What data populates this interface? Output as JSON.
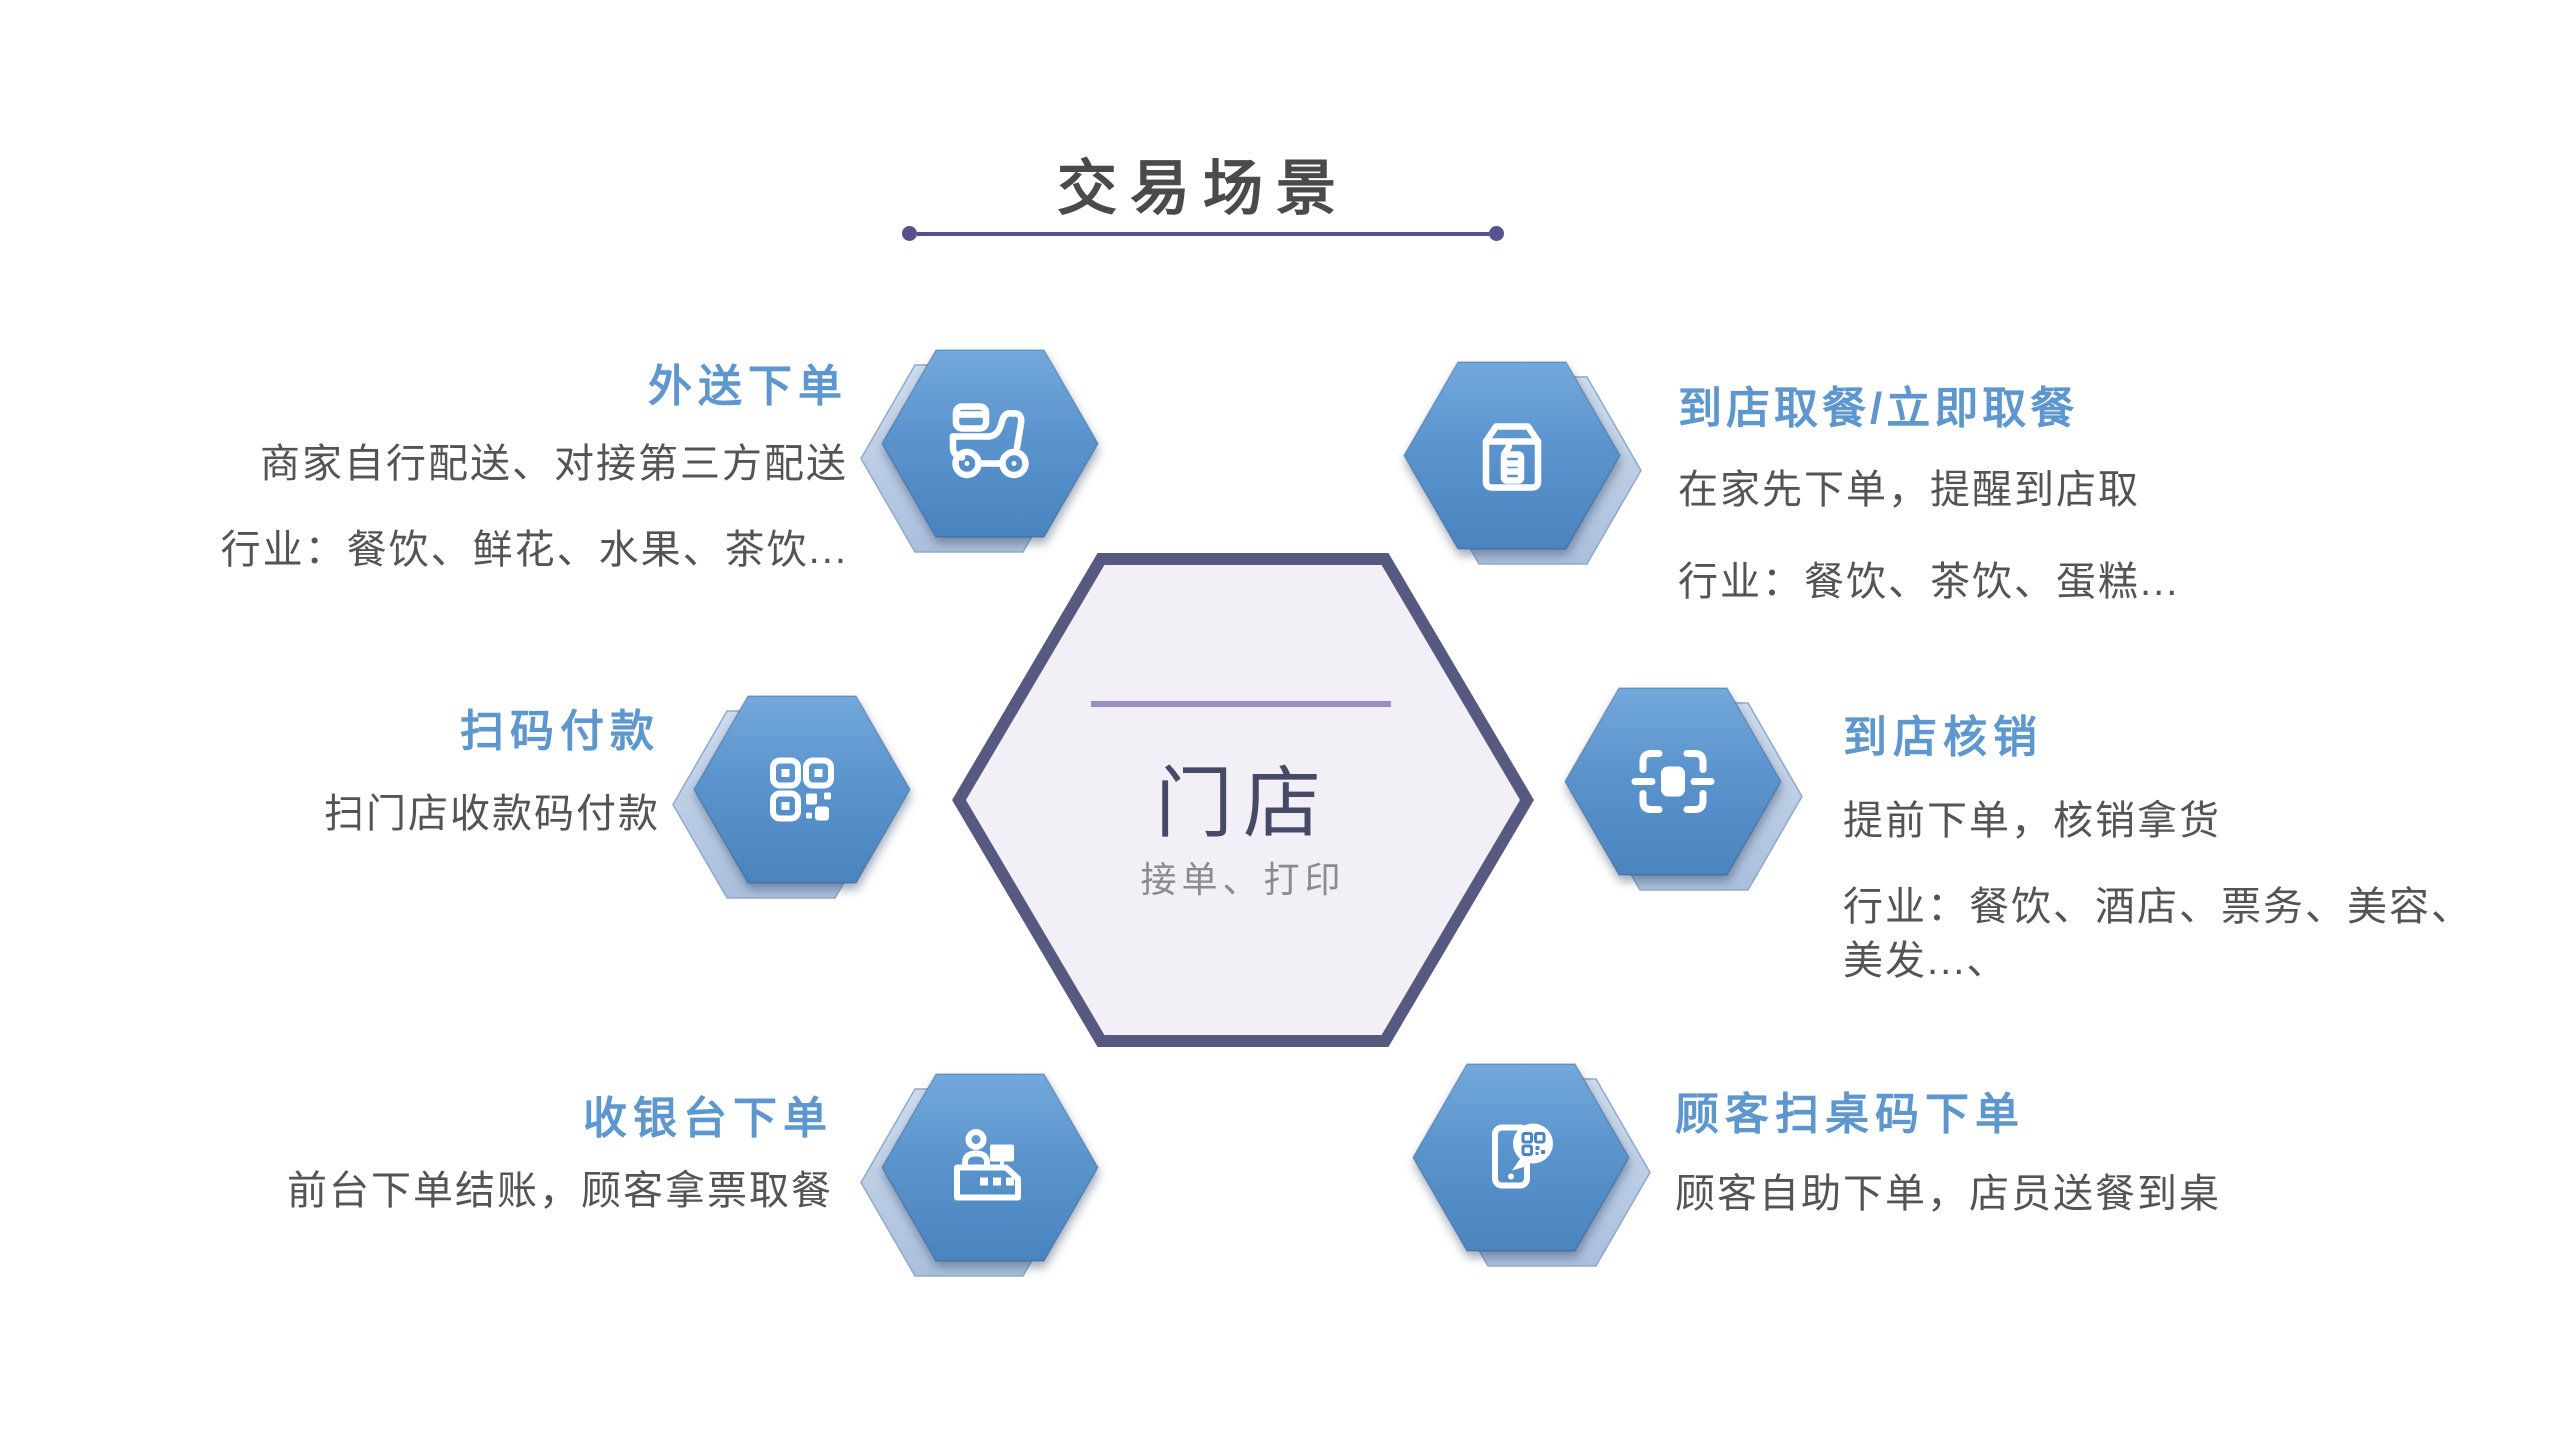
{
  "title": {
    "text": "交易场景"
  },
  "center_hexagon": {
    "title": "门店",
    "subtitle": "接单、打印"
  },
  "sections": {
    "delivery": {
      "heading": "外送下单",
      "line1": "商家自行配送、对接第三方配送",
      "line2": "行业：餐饮、鲜花、水果、茶饮...",
      "icon": "scooter-delivery-icon"
    },
    "pickup": {
      "heading": "到店取餐/立即取餐",
      "line1": "在家先下单，提醒到店取",
      "line2": "行业：餐饮、茶饮、蛋糕...",
      "icon": "takeout-box-icon"
    },
    "scan_pay": {
      "heading": "扫码付款",
      "line1": "扫门店收款码付款",
      "icon": "qr-code-icon"
    },
    "verify": {
      "heading": "到店核销",
      "line1": "提前下单，核销拿货",
      "line2": "行业：餐饮、酒店、票务、美容、",
      "line3": "美发...、",
      "icon": "scan-frame-icon"
    },
    "cashier": {
      "heading": "收银台下单",
      "line1": "前台下单结账，顾客拿票取餐",
      "icon": "cashier-desk-icon"
    },
    "table_qr": {
      "heading": "顾客扫桌码下单",
      "line1": "顾客自助下单，店员送餐到桌",
      "icon": "phone-qr-icon"
    }
  },
  "colors": {
    "heading_blue": "#5d97cd",
    "body_text": "#545454",
    "title_text": "#4a4a4a",
    "divider_purple": "#57518e",
    "hexagon_blue": "#5b94cd",
    "hexagon_shadow_blue": "#b9cce4",
    "center_fill": "#f3eff6",
    "center_border": "#565a80",
    "center_title_text": "#464a66",
    "center_subtitle_text": "#8b8b8b",
    "center_divider": "#9b8dc2"
  }
}
